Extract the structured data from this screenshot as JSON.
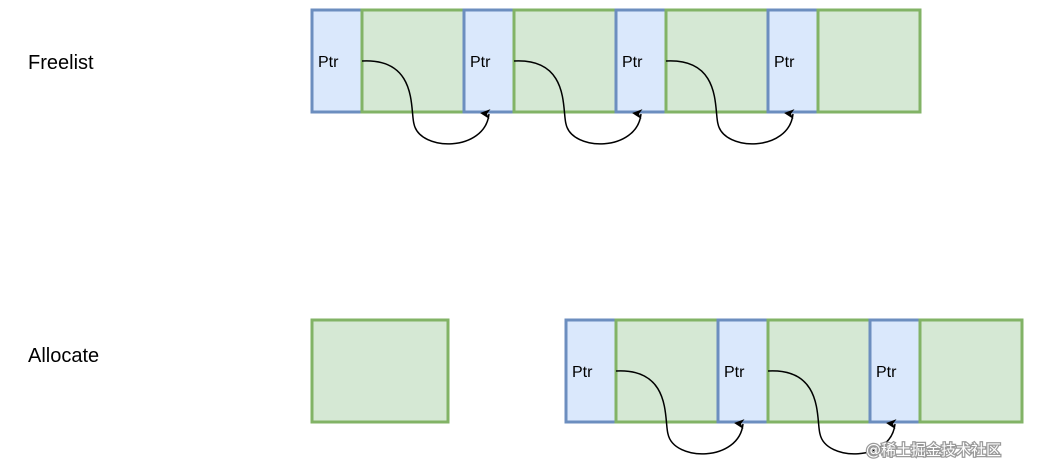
{
  "rows": {
    "freelist": {
      "label": "Freelist"
    },
    "allocate": {
      "label": "Allocate"
    }
  },
  "block": {
    "pointer_label": "Ptr"
  },
  "watermark": "@稀土掘金技术社区",
  "colors": {
    "data_fill": "#d5e8d4",
    "data_stroke": "#82b366",
    "ptr_fill": "#dae8fc",
    "ptr_stroke": "#6c8ebf",
    "arrow": "#000000"
  }
}
